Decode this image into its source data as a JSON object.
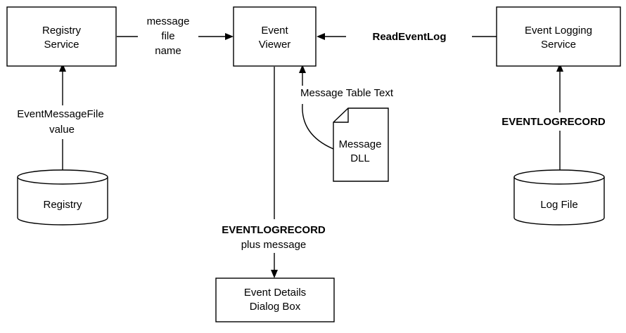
{
  "nodes": {
    "registry_service": [
      "Registry",
      "Service"
    ],
    "event_viewer": [
      "Event",
      "Viewer"
    ],
    "event_logging_service": [
      "Event Logging",
      "Service"
    ],
    "registry": [
      "Registry"
    ],
    "message_dll": [
      "Message",
      "DLL"
    ],
    "log_file": [
      "Log File"
    ],
    "event_details_dialog": [
      "Event Details",
      "Dialog Box"
    ]
  },
  "edge_labels": {
    "message_file_name": [
      "message",
      "file",
      "name"
    ],
    "read_event_log": [
      "ReadEventLog"
    ],
    "event_message_file_value": [
      "EventMessageFile",
      "value"
    ],
    "message_table_text": [
      "Message Table Text"
    ],
    "eventlogrecord_from_log": [
      "EVENTLOGRECORD"
    ],
    "eventlogrecord_plus_message": [
      "EVENTLOGRECORD",
      "plus message"
    ]
  },
  "colors": {
    "line": "#000000",
    "fill": "#ffffff",
    "text": "#000000"
  }
}
